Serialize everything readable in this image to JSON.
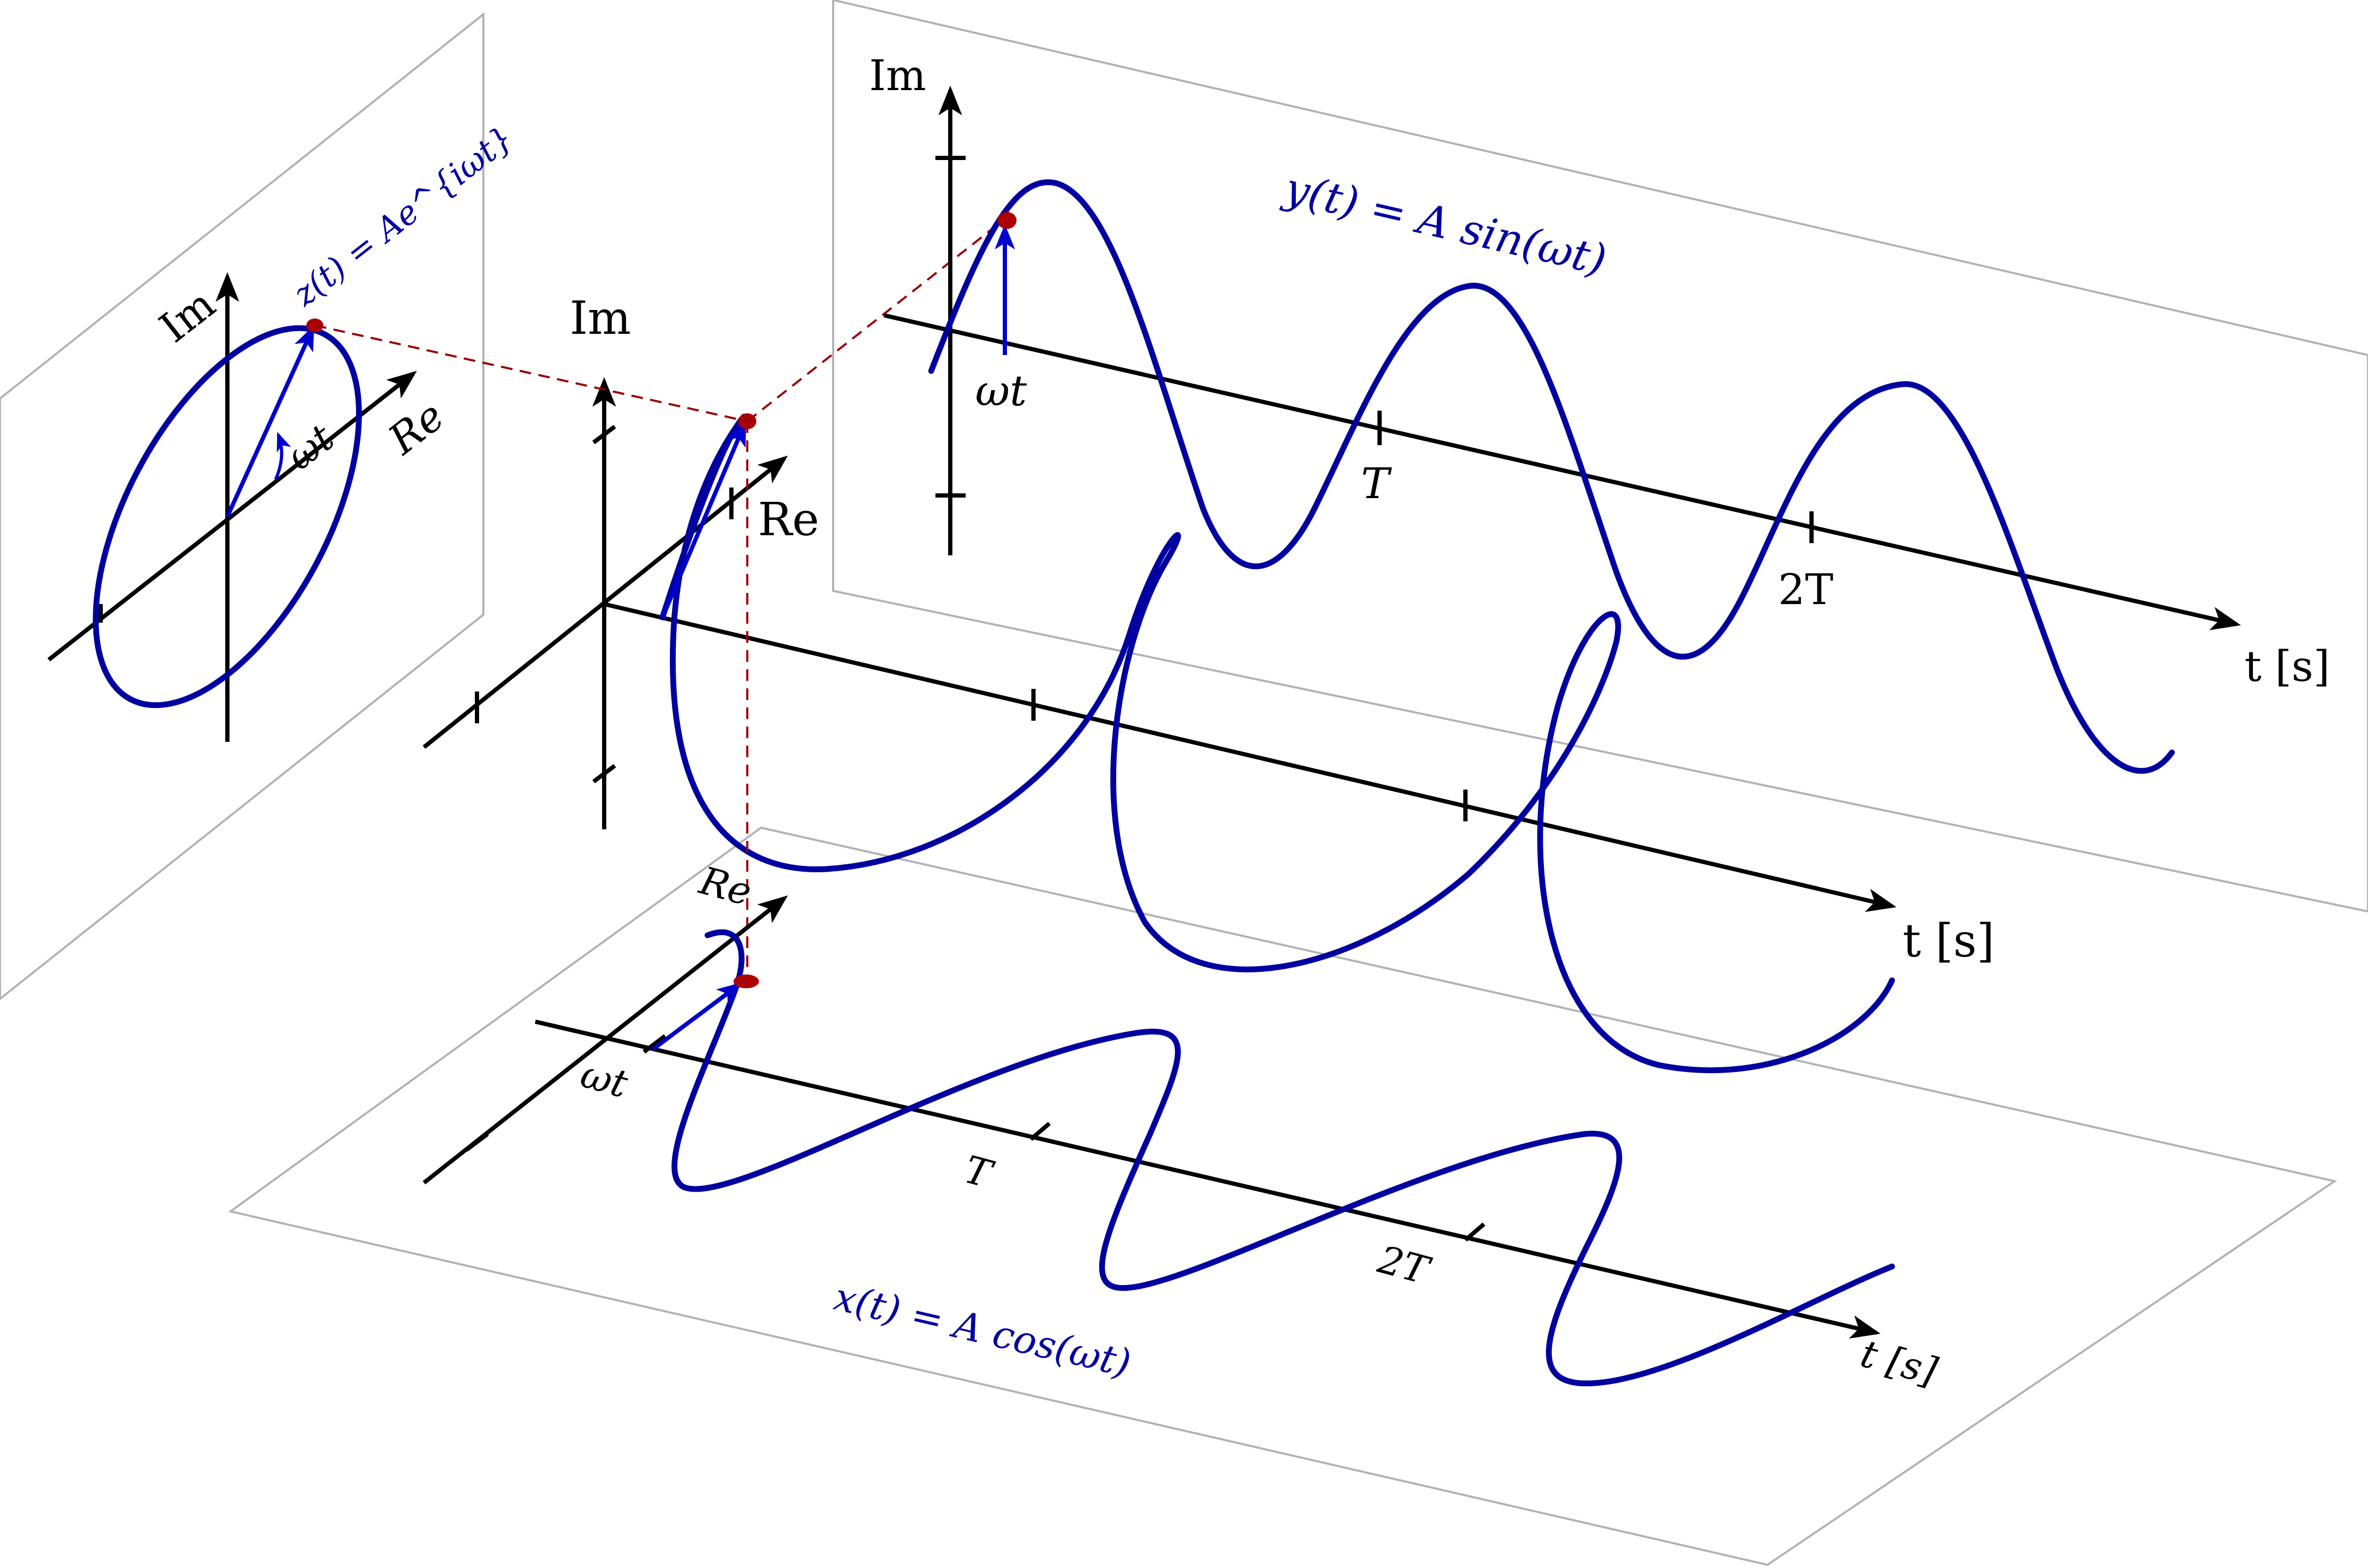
{
  "colors": {
    "curve": "#0000a0",
    "phasor": "#0000cc",
    "marker": "#aa0000",
    "projection": "#990000",
    "plane_edge": "#b3b3b3",
    "axis": "#000000"
  },
  "left_panel": {
    "im_label": "Im",
    "re_label": "Re",
    "angle_label": "ωt",
    "formula": "z(t) = Ae^{iωt}"
  },
  "center_3d": {
    "im_label": "Im",
    "re_label": "Re",
    "t_label": "t [s]"
  },
  "top_panel": {
    "im_label": "Im",
    "angle_label": "ωt",
    "tick_T": "T",
    "tick_2T": "2T",
    "t_label": "t [s]",
    "formula": "y(t) = A sin(ωt)"
  },
  "bottom_panel": {
    "re_label": "Re",
    "angle_label": "ωt",
    "tick_T": "T",
    "tick_2T": "2T",
    "t_label": "t [s]",
    "formula": "x(t) = A cos(ωt)"
  }
}
